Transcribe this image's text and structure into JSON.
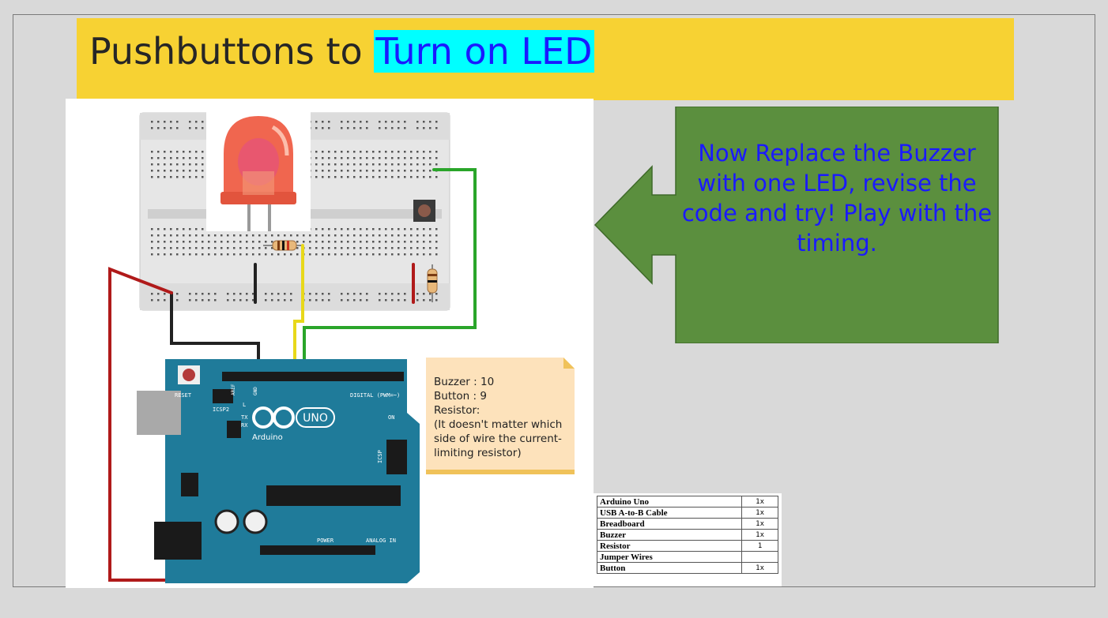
{
  "slide": {
    "title_prefix": "Pushbuttons to ",
    "title_highlight": "Turn on LED",
    "callout": "Now Replace the Buzzer with one LED, revise the code and try! Play with the timing.",
    "note_lines": [
      "Buzzer : 10",
      "Button : 9",
      "Resistor:",
      "(It doesn't matter which side of wire the current-limiting resistor)"
    ],
    "parts": [
      {
        "name": "Arduino Uno",
        "qty": "1x"
      },
      {
        "name": "USB A-to-B Cable",
        "qty": "1x"
      },
      {
        "name": "Breadboard",
        "qty": "1x"
      },
      {
        "name": "Buzzer",
        "qty": "1x"
      },
      {
        "name": "Resistor",
        "qty": "1"
      },
      {
        "name": "Jumper Wires",
        "qty": ""
      },
      {
        "name": "Button",
        "qty": "1x"
      }
    ],
    "board": {
      "reset": "RESET",
      "icsp2": "ICSP2",
      "logo": "UNO",
      "brand": "Arduino",
      "digital": "DIGITAL (PWM=~)",
      "power": "POWER",
      "analog": "ANALOG IN",
      "icsp": "ICSP",
      "on": "ON",
      "tx": "TX",
      "rx": "RX",
      "l": "L",
      "aref": "AREF",
      "gnd": "GND"
    },
    "colors": {
      "title_bg": "#f7d233",
      "highlight_bg": "#00ffff",
      "highlight_text": "#1a1aff",
      "callout_fill": "#5b8f3e",
      "callout_text": "#1a1aff",
      "note_bg": "#fde2bb",
      "board": "#1f7b9a"
    }
  }
}
